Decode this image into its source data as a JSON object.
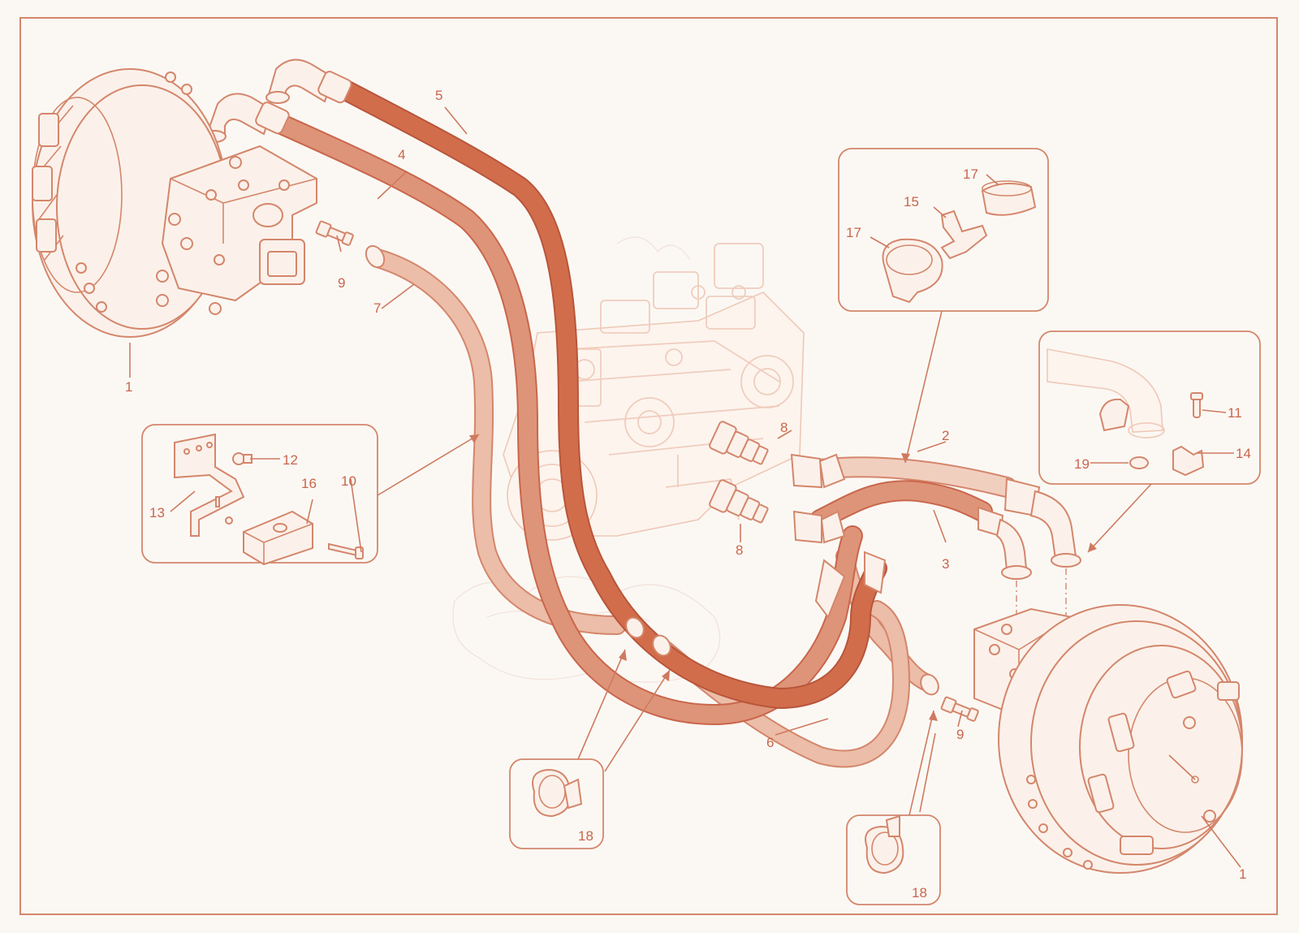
{
  "colors": {
    "background": "#fbf8f4",
    "line": "#d4866b",
    "text": "#c9664b",
    "hose_dark": "#d26d4c",
    "hose_medium": "#de9478",
    "hose_light": "#ecbda8",
    "ghost": "#f0cdbd"
  },
  "callouts": {
    "c1_left": "1",
    "c1_right": "1",
    "c2": "2",
    "c3": "3",
    "c4": "4",
    "c5": "5",
    "c6": "6",
    "c7": "7",
    "c8_top": "8",
    "c8_bottom": "8",
    "c9_left": "9",
    "c9_right": "9",
    "c10": "10",
    "c11": "11",
    "c12": "12",
    "c13": "13",
    "c14": "14",
    "c15": "15",
    "c16": "16",
    "c17_top": "17",
    "c17_left": "17",
    "c18_left": "18",
    "c18_right": "18",
    "c19": "19"
  }
}
